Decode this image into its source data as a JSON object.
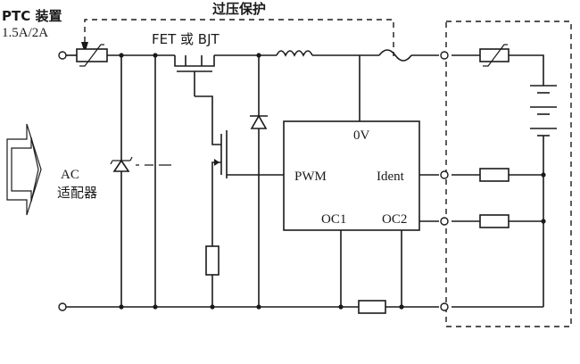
{
  "labels": {
    "ptc_device": "PTC 装置",
    "ptc_rating": "1.5A/2A",
    "overvoltage": "过压保护",
    "fet_bjt": "FET 或 BJT",
    "ac_line1": "AC",
    "ac_line2": "适配器",
    "ic_0v": "0V",
    "ic_pwm": "PWM",
    "ic_ident": "Ident",
    "ic_oc1": "OC1",
    "ic_oc2": "OC2"
  },
  "icons": {
    "input_arrow": "double-outline-arrow-icon"
  },
  "colors": {
    "ink": "#1a1a1a",
    "background": "#ffffff"
  }
}
